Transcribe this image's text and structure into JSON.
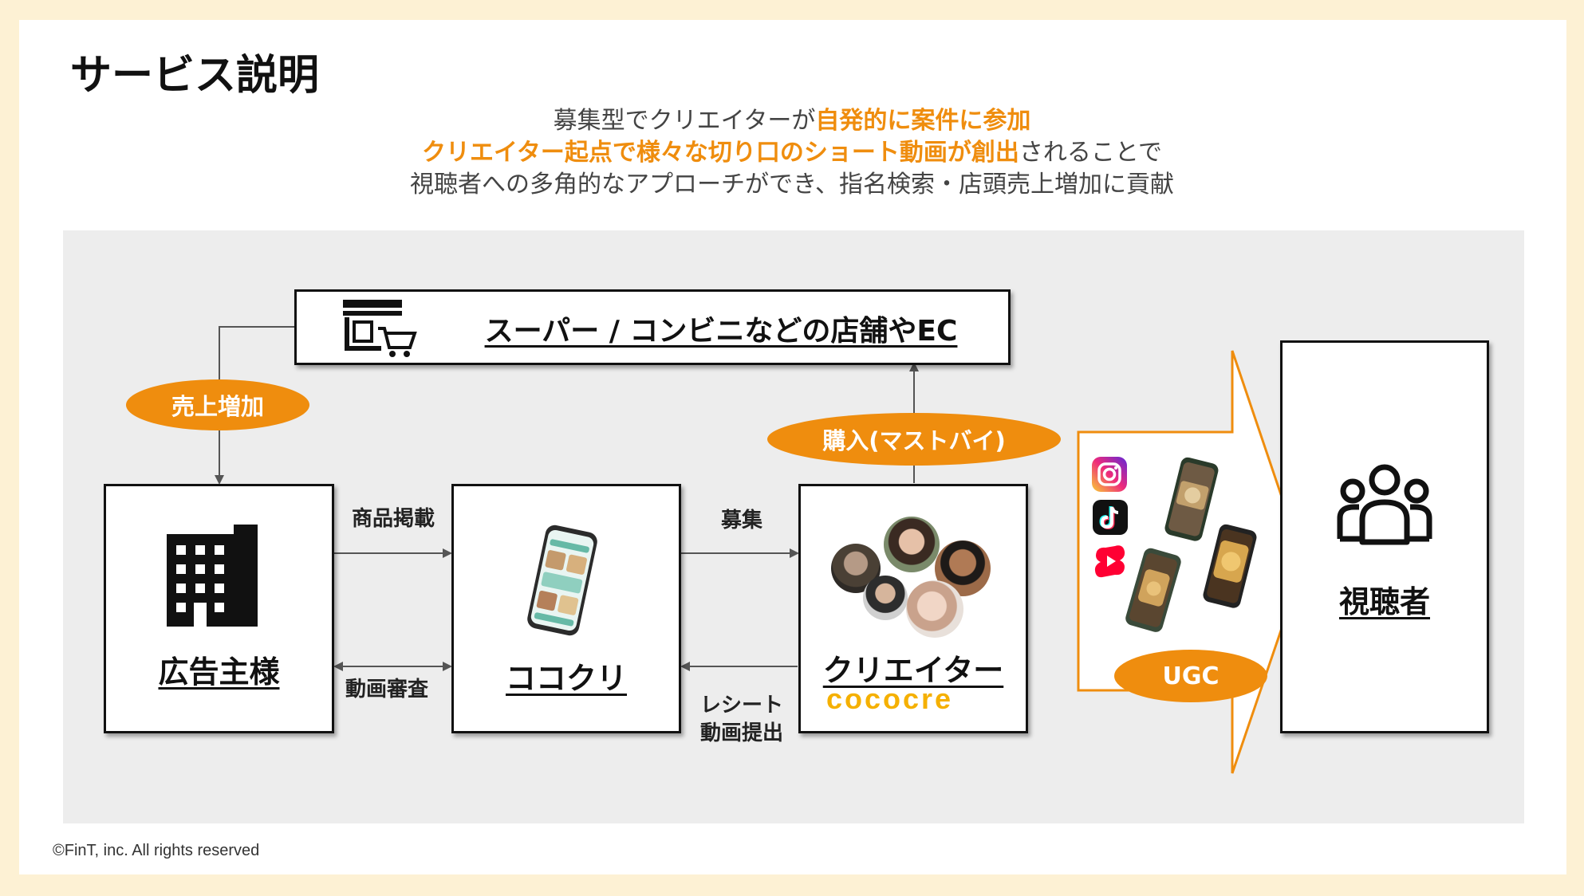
{
  "page": {
    "title": "サービス説明",
    "footer": "©FinT, inc. All rights reserved"
  },
  "lead": {
    "line1_plain": "募集型でクリエイターが",
    "line1_highlight": "自発的に案件に参加",
    "line2_highlight": "クリエイター起点で様々な切り口のショート動画が創出",
    "line2_plain": "されることで",
    "line3": "視聴者への多角的なアプローチができ、指名検索・店頭売上増加に貢献"
  },
  "nodes": {
    "store": "スーパー / コンビニなどの店舗やEC",
    "advertiser": "広告主様",
    "cococre_app": "ココクリ",
    "creator": "クリエイター",
    "creator_brand": "cococre",
    "viewer": "視聴者"
  },
  "edges": {
    "sales_increase": "売上増加",
    "purchase": "購入(マストバイ)",
    "product_listing": "商品掲載",
    "video_review": "動画審査",
    "recruit": "募集",
    "receipt_line1": "レシート",
    "receipt_line2": "動画提出",
    "ugc": "UGC"
  },
  "icons": {
    "store": "store-cart-icon",
    "advertiser": "office-building-icon",
    "app": "smartphone-app-icon",
    "viewer": "users-group-icon",
    "instagram": "instagram-icon",
    "tiktok": "tiktok-icon",
    "shorts": "youtube-shorts-icon"
  },
  "colors": {
    "accent": "#ef8d0e",
    "panel": "#ededed",
    "page_background": "#fdf1d4",
    "arrow_fill": "#ffffff",
    "arrow_border": "#ef8d0e"
  }
}
